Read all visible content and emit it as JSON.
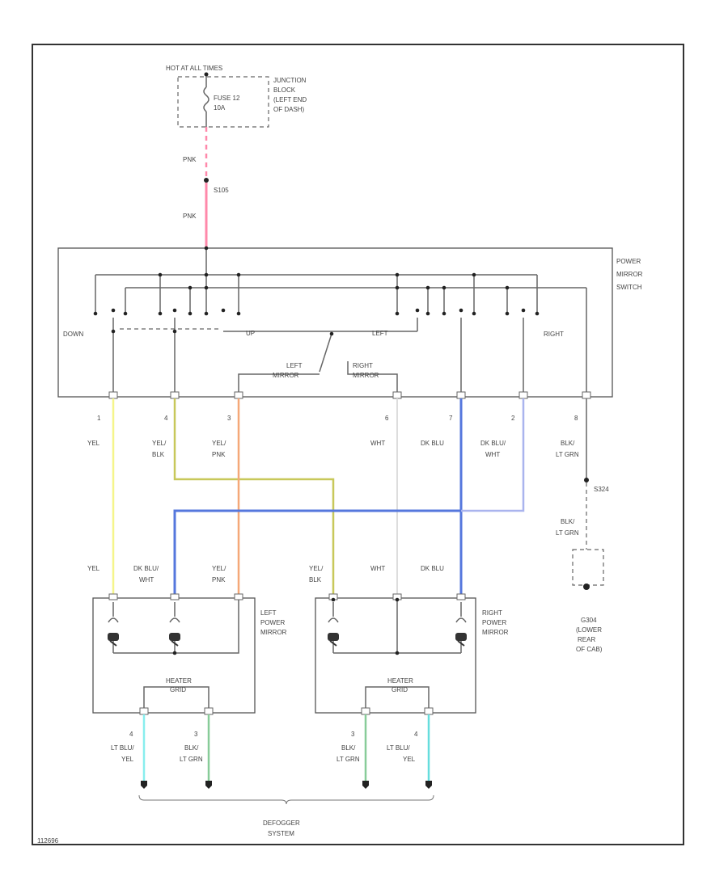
{
  "diagram": {
    "fig_id": "112696",
    "power_source": {
      "hot_at": "HOT AT ALL TIMES",
      "fuse": [
        "FUSE 12",
        "10A"
      ],
      "location": [
        "JUNCTION",
        "BLOCK",
        "(LEFT END",
        "OF DASH)"
      ]
    },
    "splice": "S105",
    "wire_pnk_top": "PNK",
    "wire_pnk_mid": "PNK",
    "switch": {
      "name": [
        "POWER",
        "MIRROR",
        "SWITCH"
      ],
      "down": "DOWN",
      "up": "UP",
      "left": "LEFT",
      "right": "RIGHT",
      "left_mirror": [
        "LEFT",
        "MIRROR"
      ],
      "right_mirror": [
        "RIGHT",
        "MIRROR"
      ]
    },
    "pins": [
      "1",
      "4",
      "3",
      "6",
      "7",
      "2",
      "8"
    ],
    "upper_wire_labels": [
      [
        "YEL"
      ],
      [
        "YEL/",
        "BLK"
      ],
      [
        "YEL/",
        "PNK"
      ],
      [
        "WHT"
      ],
      [
        "DK BLU"
      ],
      [
        "DK BLU/",
        "WHT"
      ],
      [
        "BLK/",
        "LT GRN"
      ]
    ],
    "ground_splice": "S324",
    "ground_wire": [
      "BLK/",
      "LT GRN"
    ],
    "ground": [
      "G304",
      "(LOWER",
      "REAR",
      "OF CAB)"
    ],
    "left_mirror_wires": [
      [
        "YEL"
      ],
      [
        "DK BLU/",
        "WHT"
      ],
      [
        "YEL/",
        "PNK"
      ]
    ],
    "right_mirror_wires": [
      [
        "YEL/",
        "BLK"
      ],
      [
        "WHT"
      ],
      [
        "DK BLU"
      ]
    ],
    "left_mirror": [
      "LEFT",
      "POWER",
      "MIRROR"
    ],
    "right_mirror": [
      "RIGHT",
      "POWER",
      "MIRROR"
    ],
    "heater_label": "HEATER",
    "heater_sub": "GRID",
    "bottom_pins": [
      "4",
      "3",
      "3",
      "4"
    ],
    "bottom_wire_labels": [
      [
        "LT BLU/",
        "YEL"
      ],
      [
        "BLK/",
        "LT GRN"
      ],
      [
        "BLK/",
        "LT GRN"
      ],
      [
        "LT BLU/",
        "YEL"
      ]
    ],
    "defogger": [
      "DEFOGGER",
      "SYSTEM"
    ]
  },
  "colors": {
    "pnk": "#ff88aa",
    "yel": "#f5f58a",
    "yel_blk": "#c8c85a",
    "yel_pnk": "#f5a878",
    "wht": "#dddddd",
    "dk_blu": "#5577dd",
    "dk_blu_wht": "#aab4ee",
    "lt_blu_yel": "#88eeee",
    "blk_lt_grn": "#88cc99",
    "lt_blu_yel_r": "#66dddd"
  }
}
